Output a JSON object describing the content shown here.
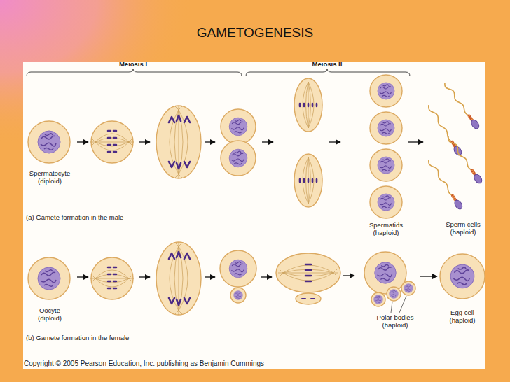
{
  "diagram": {
    "title": "GAMETOGENESIS",
    "nodes": [
      {
        "text": [
          "Spermatocyte (diploid)"
        ]
      },
      {
        "text": [
          "Spermatids (haploid)"
        ]
      },
      {
        "text": [
          "Sperm cells (haploid)"
        ]
      },
      {
        "text": [
          "Oocyte (diploid)"
        ]
      },
      {
        "text": [
          "Polar bodies (haploid)"
        ]
      },
      {
        "text": [
          "Egg cell (haploid)"
        ]
      }
    ],
    "edges": [
      {
        "from": 1,
        "to": 2,
        "arrow": "to"
      },
      {
        "from": 4,
        "to": 5,
        "arrow": "to"
      }
    ],
    "labels": [
      "Meiosis I",
      "Meiosis II",
      "(a) Gamete formation in the male",
      "(b) Gamete formation in the female",
      "Copyright © 2005 Pearson Education, Inc. publishing as Benjamin Cummings"
    ]
  }
}
